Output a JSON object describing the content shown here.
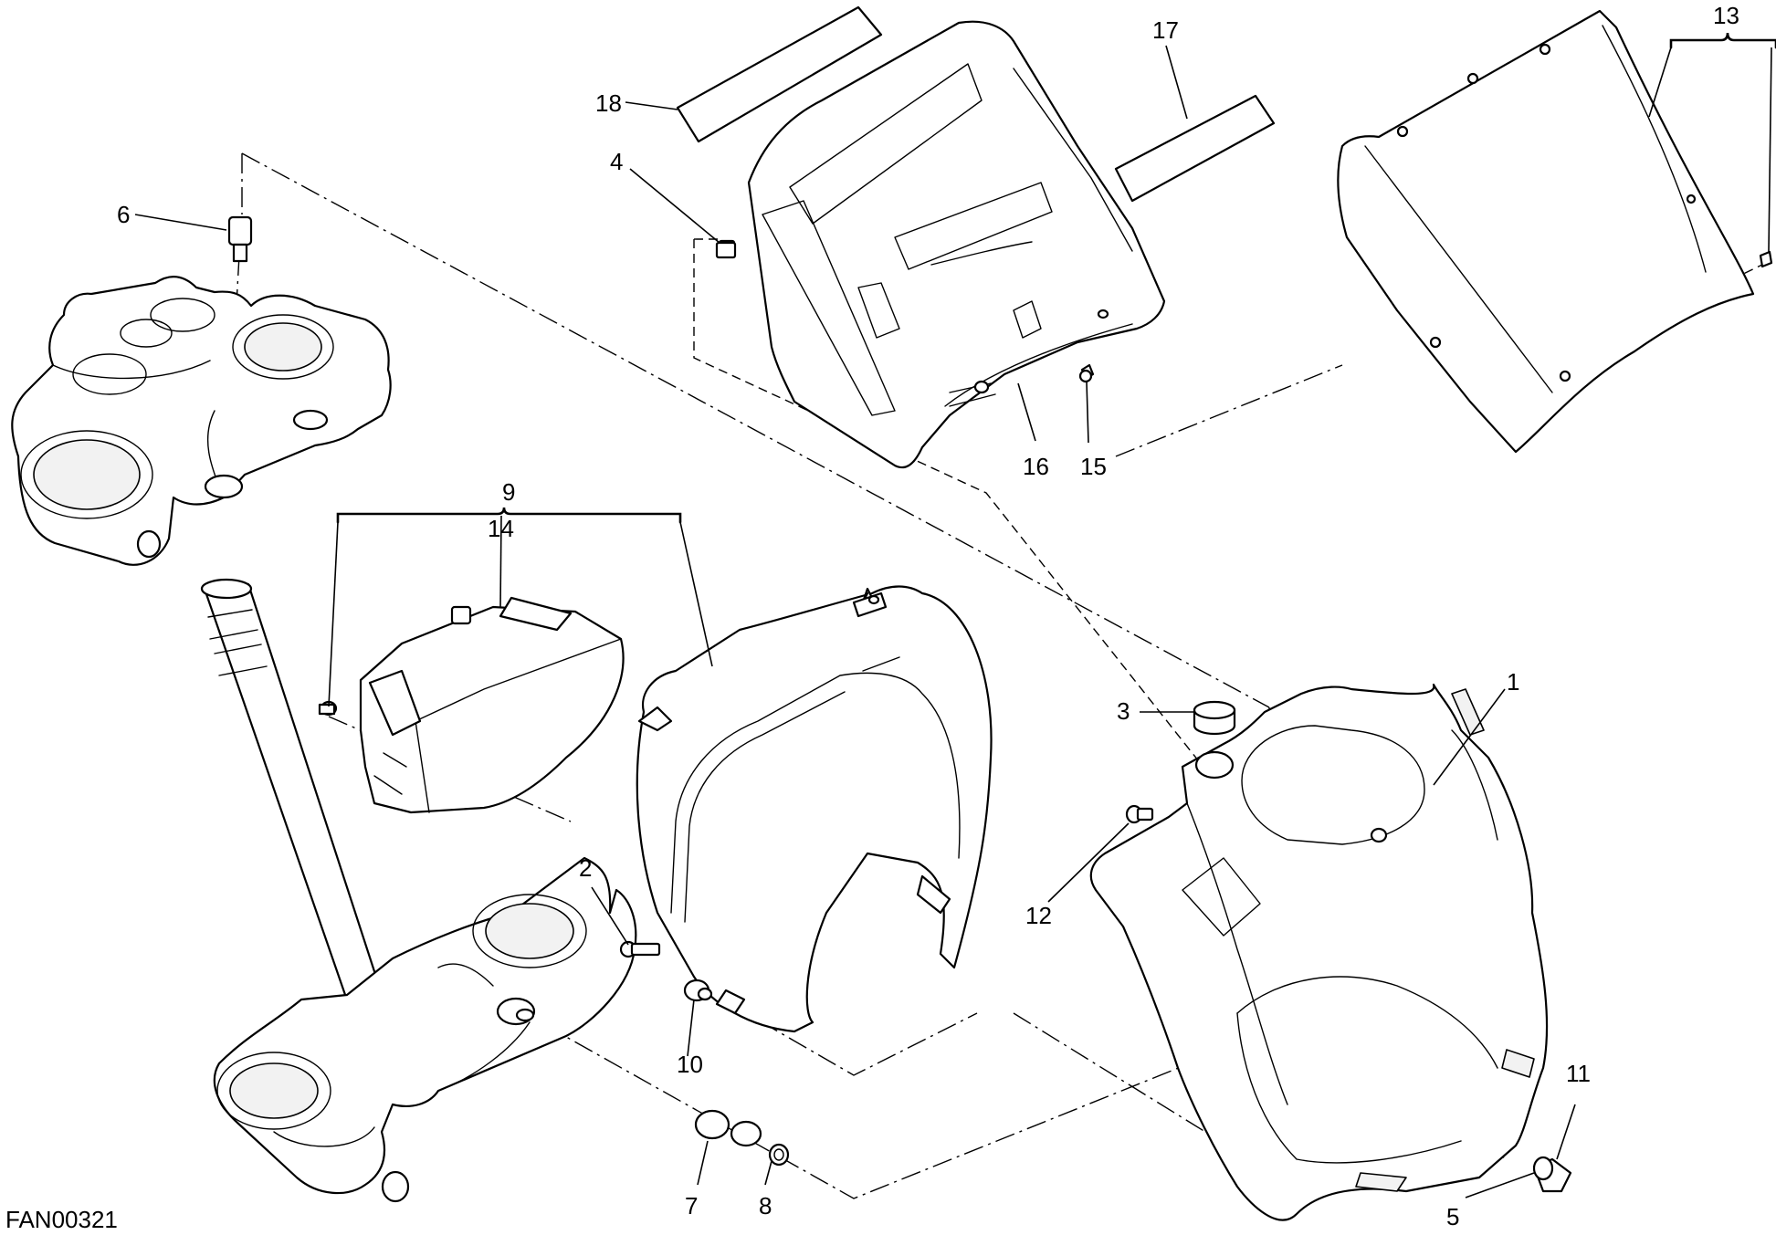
{
  "drawing_code": "FAN00321",
  "callouts": {
    "c1": "1",
    "c2": "2",
    "c3": "3",
    "c4": "4",
    "c5": "5",
    "c6": "6",
    "c7": "7",
    "c8": "8",
    "c9": "9",
    "c10": "10",
    "c11": "11",
    "c12": "12",
    "c13": "13",
    "c14": "14",
    "c15": "15",
    "c16": "16",
    "c17": "17",
    "c18": "18"
  }
}
